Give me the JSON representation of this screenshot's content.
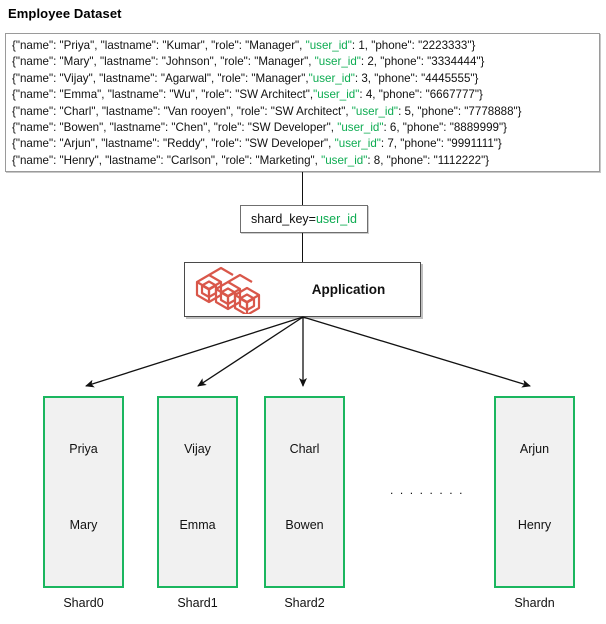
{
  "page": {
    "title": "Employee Dataset"
  },
  "dataset": {
    "records": [
      {
        "prefix": "{\"name\": \"Priya\", \"lastname\": \"Kumar\", \"role\": \"Manager\", ",
        "key": "\"user_id\"",
        "suffix": ": 1,  \"phone\": \"2223333\"}"
      },
      {
        "prefix": "{\"name\": \"Mary\", \"lastname\": \"Johnson\", \"role\": \"Manager\",  ",
        "key": "\"user_id\"",
        "suffix": ": 2, \"phone\": \"3334444\"}"
      },
      {
        "prefix": "{\"name\": \"Vijay\", \"lastname\": \"Agarwal\", \"role\": \"Manager\",",
        "key": "\"user_id\"",
        "suffix": ": 3, \"phone\": \"4445555\"}"
      },
      {
        "prefix": "{\"name\": \"Emma\", \"lastname\": \"Wu\", \"role\": \"SW Architect\",",
        "key": "\"user_id\"",
        "suffix": ": 4, \"phone\": \"6667777\"}"
      },
      {
        "prefix": "{\"name\": \"Charl\", \"lastname\": \"Van rooyen\", \"role\": \"SW Architect\", ",
        "key": "\"user_id\"",
        "suffix": ": 5, \"phone\": \"7778888\"}"
      },
      {
        "prefix": "{\"name\": \"Bowen\", \"lastname\": \"Chen\", \"role\": \"SW Developer\",  ",
        "key": "\"user_id\"",
        "suffix": ": 6, \"phone\": \"8889999\"}"
      },
      {
        "prefix": "{\"name\": \"Arjun\", \"lastname\": \"Reddy\", \"role\": \"SW Developer\", ",
        "key": "\"user_id\"",
        "suffix": ": 7, \"phone\": \"9991111\"}"
      },
      {
        "prefix": "{\"name\": \"Henry\", \"lastname\": \"Carlson\", \"role\": \"Marketing\",  ",
        "key": "\"user_id\"",
        "suffix": ": 8, \"phone\": \"1112222\"}"
      }
    ]
  },
  "shard_key": {
    "label": "shard_key=",
    "value": "user_id"
  },
  "application": {
    "label": "Application",
    "icon": "cubes-icon"
  },
  "shards": [
    {
      "label": "Shard0",
      "names": [
        "Priya",
        "Mary"
      ]
    },
    {
      "label": "Shard1",
      "names": [
        "Vijay",
        "Emma"
      ]
    },
    {
      "label": "Shard2",
      "names": [
        "Charl",
        "Bowen"
      ]
    },
    {
      "label": "Shardn",
      "names": [
        "Arjun",
        "Henry"
      ]
    }
  ],
  "ellipsis": ". . . . . . . .",
  "colors": {
    "shard_border": "#1bb65f",
    "shard_fill": "#f1f1f1",
    "key_highlight": "#0eac52",
    "icon": "#d9574a",
    "box_border": "#9a9a9a",
    "line": "#111111"
  }
}
